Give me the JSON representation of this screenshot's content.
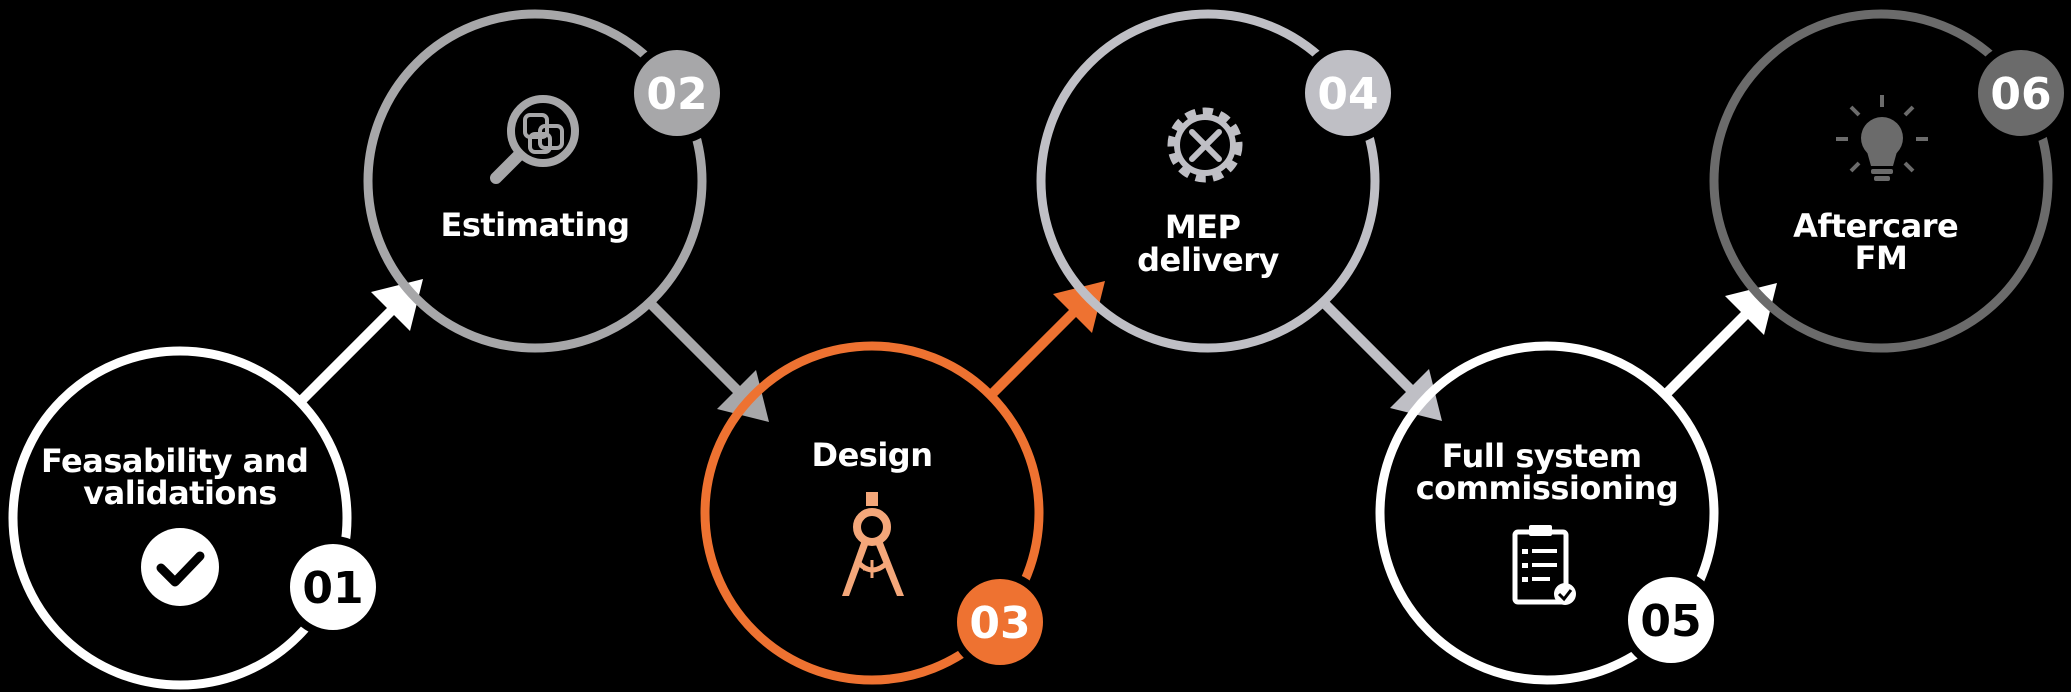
{
  "steps": [
    {
      "number": "01",
      "label_lines": [
        "Feasability and",
        "validations"
      ],
      "icon": "check-circle-icon"
    },
    {
      "number": "02",
      "label_lines": [
        "Estimating"
      ],
      "icon": "magnifier-icon"
    },
    {
      "number": "03",
      "label_lines": [
        "Design"
      ],
      "icon": "drafting-compass-icon"
    },
    {
      "number": "04",
      "label_lines": [
        "MEP",
        "delivery"
      ],
      "icon": "gear-tools-icon"
    },
    {
      "number": "05",
      "label_lines": [
        "Full system",
        "commissioning"
      ],
      "icon": "clipboard-check-icon"
    },
    {
      "number": "06",
      "label_lines": [
        "Aftercare",
        "FM"
      ],
      "icon": "lightbulb-icon"
    }
  ],
  "colors": {
    "background": "#000000",
    "step_01": "#ffffff",
    "step_02": "#a7a7a9",
    "step_03": "#ee7231",
    "step_04": "#bfbfc5",
    "step_05": "#ffffff",
    "step_06": "#6b6b6b",
    "text": "#ffffff"
  }
}
